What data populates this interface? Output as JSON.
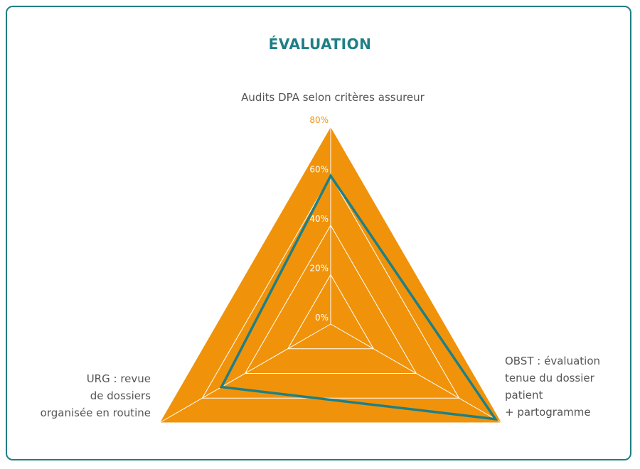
{
  "chart_data": {
    "type": "radar",
    "title": "ÉVALUATION",
    "axes": [
      {
        "label": [
          "Audits DPA selon critères assureur"
        ]
      },
      {
        "label": [
          "OBST : évaluation",
          "tenue du dossier",
          "patient",
          "+ partogramme"
        ]
      },
      {
        "label": [
          "URG : revue",
          "de dossiers",
          "organisée en routine"
        ]
      }
    ],
    "r_ticks": [
      "0%",
      "20%",
      "40%",
      "60%",
      "80%"
    ],
    "r_range": [
      0,
      80
    ],
    "series": [
      {
        "values": [
          60,
          77,
          51
        ],
        "color": "#1f7f86"
      }
    ],
    "fill_color": "#f0930a",
    "grid_color": "#ffffff"
  }
}
